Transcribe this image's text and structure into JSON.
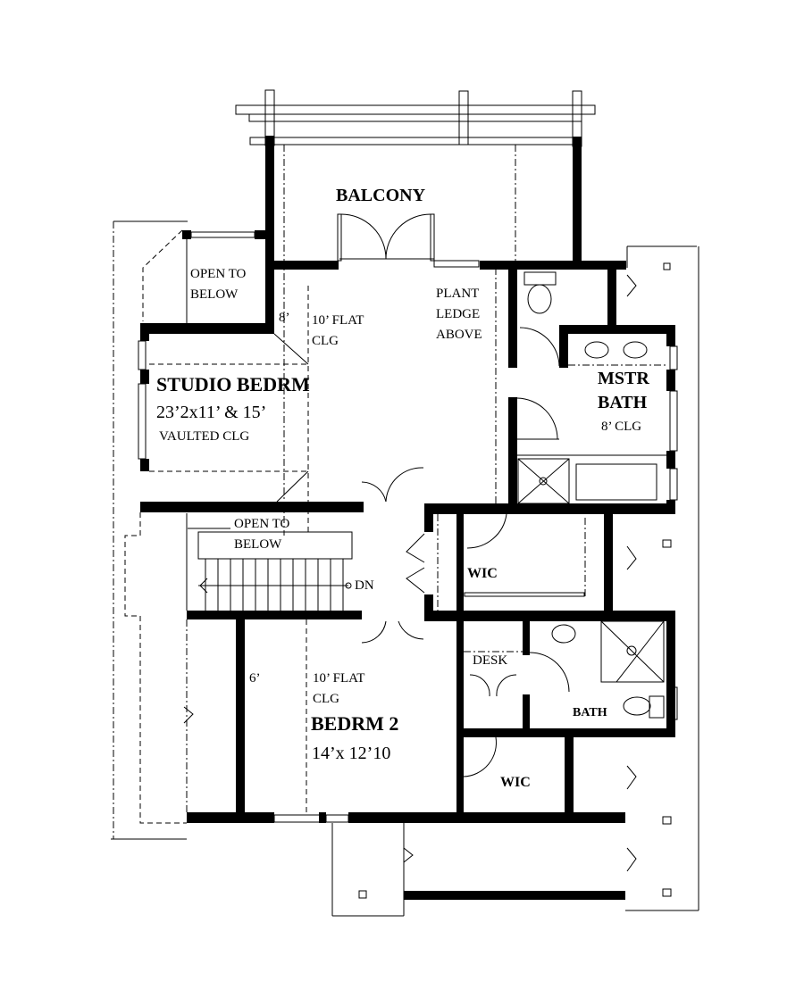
{
  "plan": {
    "rooms": {
      "balcony": {
        "name": "BALCONY"
      },
      "studio_bedrm": {
        "name": "STUDIO BEDRM",
        "size": "23’2x11’ & 15’",
        "ceiling": "VAULTED CLG",
        "flat_ceiling_line1": "10’ FLAT",
        "flat_ceiling_line2": "CLG",
        "height_mark": "8’"
      },
      "open_to_below_top": {
        "line1": "OPEN TO",
        "line2": "BELOW"
      },
      "plant_ledge": {
        "line1": "PLANT",
        "line2": "LEDGE",
        "line3": "ABOVE"
      },
      "mstr_bath": {
        "line1": "MSTR",
        "line2": "BATH",
        "ceiling": "8’ CLG"
      },
      "open_to_below_stair": {
        "line1": "OPEN TO",
        "line2": "BELOW"
      },
      "stair": {
        "label": "DN"
      },
      "wic_upper": {
        "name": "WIC"
      },
      "desk": {
        "name": "DESK"
      },
      "bath": {
        "name": "BATH"
      },
      "bedrm_2": {
        "name": "BEDRM 2",
        "size": "14’x 12’10",
        "flat_ceiling_line1": "10’ FLAT",
        "flat_ceiling_line2": "CLG",
        "height_mark": "6’"
      },
      "wic_lower": {
        "name": "WIC"
      }
    },
    "colors": {
      "wall": "#000000",
      "background": "#ffffff"
    }
  }
}
